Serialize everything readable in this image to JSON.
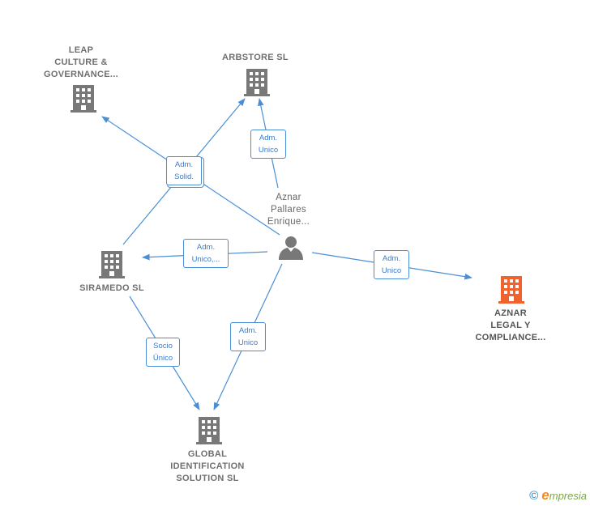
{
  "nodes": {
    "leap": {
      "lines": [
        "LEAP",
        "CULTURE &",
        "GOVERNANCE..."
      ],
      "icon": "building-icon",
      "color": "#787878"
    },
    "arbstore": {
      "lines": [
        "ARBSTORE  SL"
      ],
      "icon": "building-icon",
      "color": "#787878"
    },
    "siramedo": {
      "lines": [
        "SIRAMEDO  SL"
      ],
      "icon": "building-icon",
      "color": "#787878"
    },
    "global": {
      "lines": [
        "GLOBAL",
        "IDENTIFICATION",
        "SOLUTION  SL"
      ],
      "icon": "building-icon",
      "color": "#787878"
    },
    "aznar_legal": {
      "lines": [
        "AZNAR",
        "LEGAL Y",
        "COMPLIANCE..."
      ],
      "icon": "building-icon",
      "color": "#f0622e"
    },
    "person": {
      "lines": [
        "Aznar",
        "Pallares",
        "Enrique..."
      ],
      "icon": "person-icon",
      "color": "#787878"
    }
  },
  "edges": {
    "adm_solid": {
      "lines": [
        "Adm.",
        "Solid."
      ]
    },
    "adm_unico_arbstore": {
      "lines": [
        "Adm.",
        "Unico"
      ]
    },
    "adm_unico_siramedo": {
      "lines": [
        "Adm.",
        "Unico,..."
      ]
    },
    "adm_unico_aznar": {
      "lines": [
        "Adm.",
        "Unico"
      ]
    },
    "adm_unico_global": {
      "lines": [
        "Adm.",
        "Unico"
      ]
    },
    "socio_unico": {
      "lines": [
        "Socio",
        "Único"
      ]
    }
  },
  "colors": {
    "edge": "#4a8fd6",
    "building": "#787878",
    "focus_building": "#f0622e"
  },
  "watermark": {
    "copyright": "©",
    "brand_initial": "e",
    "brand_rest": "mpresia"
  }
}
